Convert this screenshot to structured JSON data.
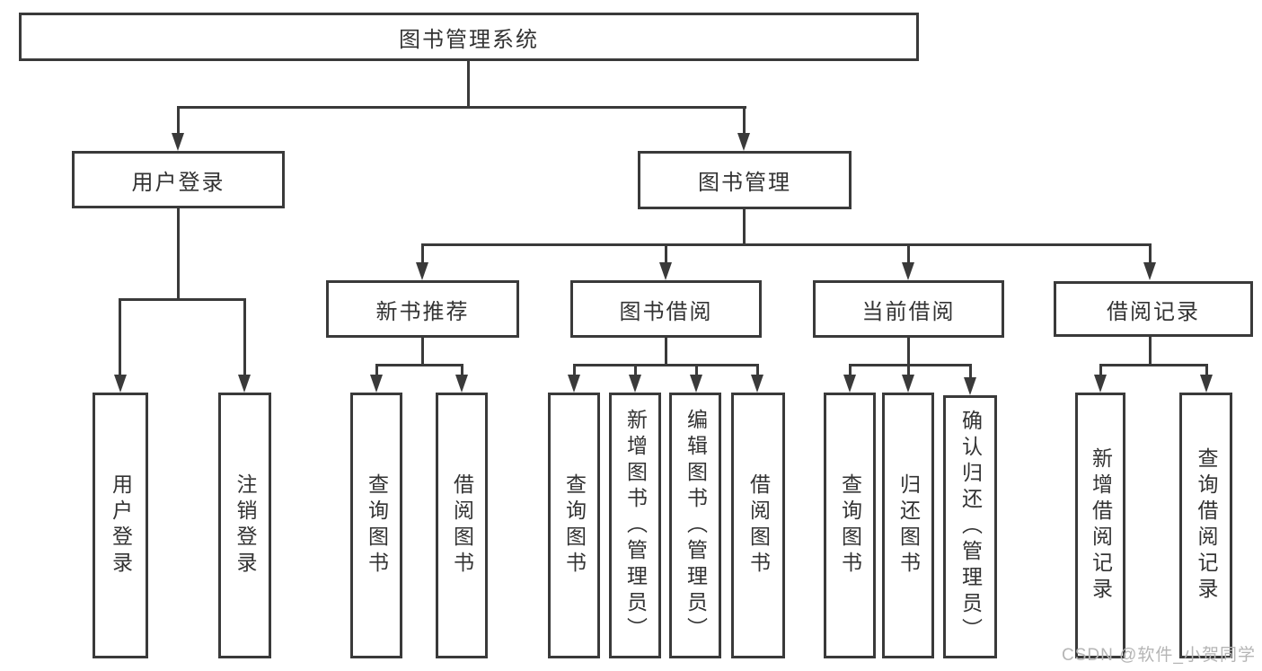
{
  "diagram": {
    "root": "图书管理系统",
    "level2": [
      "用户登录",
      "图书管理"
    ],
    "level3": [
      "新书推荐",
      "图书借阅",
      "当前借阅",
      "借阅记录"
    ],
    "leaves": {
      "user_login": [
        "用户登录",
        "注销登录"
      ],
      "new_book_recommendation": [
        "查询图书",
        "借阅图书"
      ],
      "book_borrowing": [
        "查询图书",
        "新增图书（管理员）",
        "编辑图书（管理员）",
        "借阅图书"
      ],
      "current_borrowing": [
        "查询图书",
        "归还图书",
        "确认归还（管理员）"
      ],
      "borrowing_records": [
        "新增借阅记录",
        "查询借阅记录"
      ]
    }
  },
  "watermark": "CSDN @软件_小贺同学",
  "colors": {
    "line": "#3a3a3a",
    "text": "#333333",
    "background": "#ffffff",
    "watermark": "#b5b5b5"
  }
}
